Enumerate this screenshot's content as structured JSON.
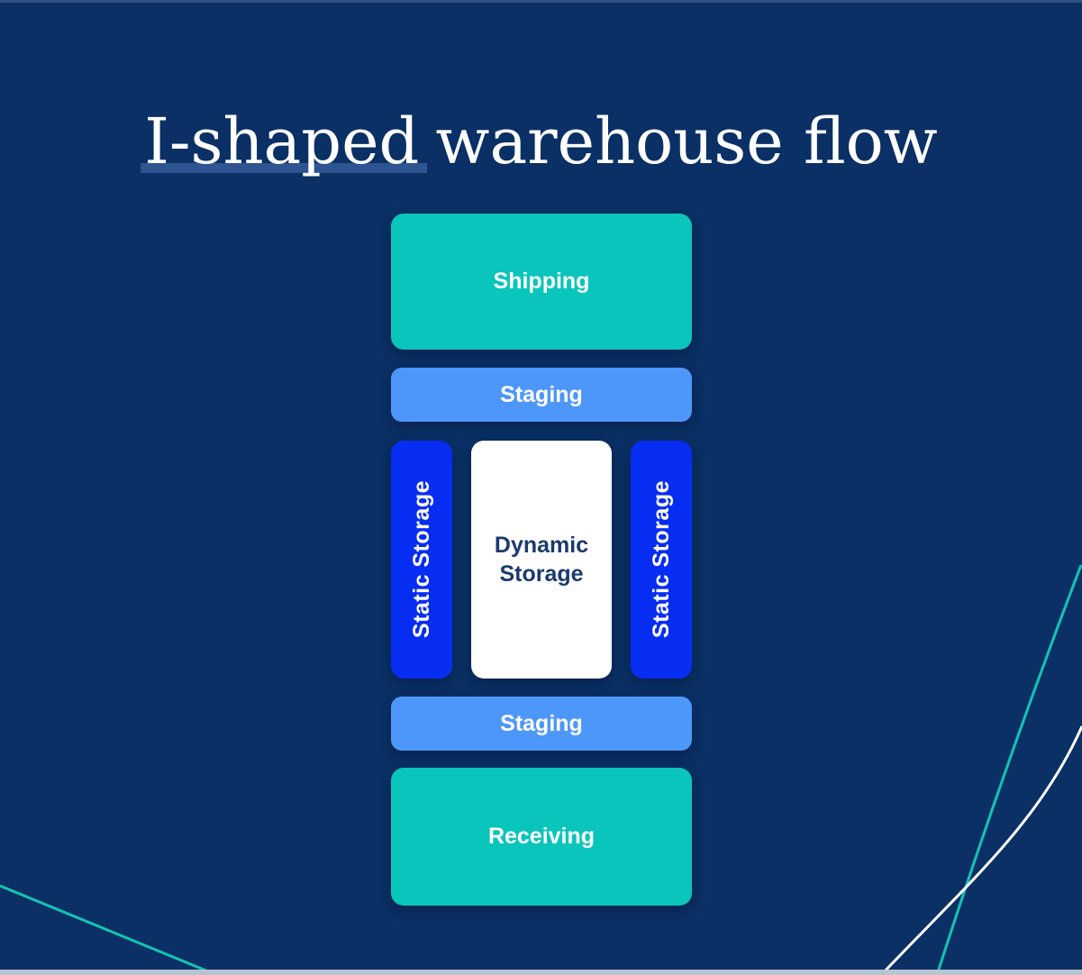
{
  "title": {
    "highlight": "I-shaped",
    "rest": "warehouse flow"
  },
  "flow": {
    "shipping": {
      "label": "Shipping"
    },
    "staging_top": {
      "label": "Staging"
    },
    "static_storage_left": {
      "label": "Static Storage"
    },
    "dynamic_storage": {
      "label": "Dynamic Storage"
    },
    "static_storage_right": {
      "label": "Static Storage"
    },
    "staging_bottom": {
      "label": "Staging"
    },
    "receiving": {
      "label": "Receiving"
    }
  },
  "colors": {
    "background": "#0a3065",
    "shipping_receiving_teal": "#0ac5bc",
    "staging_blue": "#4e97fa",
    "static_storage_blue": "#082df2",
    "dynamic_storage_bg": "#ffffff",
    "dynamic_storage_text": "#1a3a6e",
    "title_text": "#ffffff",
    "title_underline": "#2f5492",
    "accent_line_teal": "#12c4b4",
    "accent_line_white": "#ffffff",
    "edge_strip_top": "#31517f",
    "edge_strip_bottom": "#b8c4d2"
  }
}
